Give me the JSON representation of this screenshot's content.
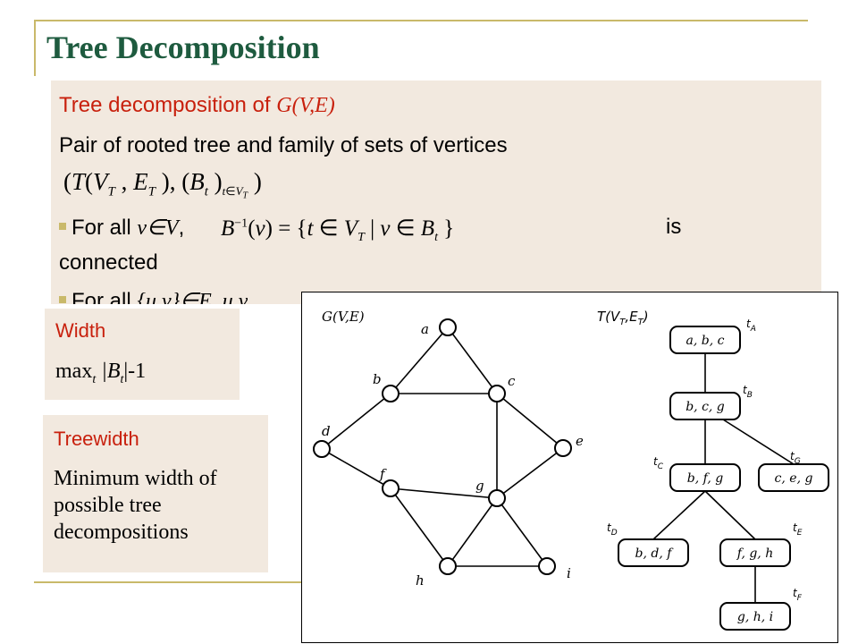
{
  "title": "Tree Decomposition",
  "main": {
    "heading_prefix": "Tree decomposition of",
    "heading_graph": "G(V,E)",
    "description": "Pair of rooted tree and family of sets of vertices",
    "formula_pair": "(T(V_T, E_T), (B_t)_{t∈V_T})",
    "bullet1_prefix": "For all",
    "bullet1_var": "v∈V",
    "bullet1_comma": ",",
    "bullet1_formula": "B⁻¹(v) = {t ∈ V_T | v ∈ B_t}",
    "bullet1_is": "is",
    "bullet1_suffix": "connected",
    "bullet2_prefix": "For all",
    "bullet2_var": "{u,v}∈E",
    "bullet2_rest": ", u,v"
  },
  "width_box": {
    "label": "Width",
    "value_prefix": "max",
    "value_sub": "t",
    "value_body": " |B",
    "value_sub2": "t",
    "value_suffix": "|-1"
  },
  "treewidth_box": {
    "label": "Treewidth",
    "text": "Minimum width of possible tree decompositions"
  },
  "figure": {
    "graph_label": "G(V,E)",
    "tree_label": "T(V_T,E_T)",
    "vertices": [
      {
        "id": "a",
        "label": "a"
      },
      {
        "id": "b",
        "label": "b"
      },
      {
        "id": "c",
        "label": "c"
      },
      {
        "id": "d",
        "label": "d"
      },
      {
        "id": "e",
        "label": "e"
      },
      {
        "id": "f",
        "label": "f"
      },
      {
        "id": "g",
        "label": "g"
      },
      {
        "id": "h",
        "label": "h"
      },
      {
        "id": "i",
        "label": "i"
      }
    ],
    "edges": [
      [
        "a",
        "b"
      ],
      [
        "a",
        "c"
      ],
      [
        "b",
        "c"
      ],
      [
        "b",
        "d"
      ],
      [
        "d",
        "f"
      ],
      [
        "f",
        "h"
      ],
      [
        "h",
        "i"
      ],
      [
        "i",
        "g"
      ],
      [
        "g",
        "c"
      ],
      [
        "c",
        "e"
      ],
      [
        "e",
        "g"
      ],
      [
        "f",
        "g"
      ],
      [
        "g",
        "h"
      ]
    ],
    "tree_nodes": [
      {
        "id": "tA",
        "label": "a, b, c",
        "tag": "t",
        "tag_sub": "A"
      },
      {
        "id": "tB",
        "label": "b, c, g",
        "tag": "t",
        "tag_sub": "B"
      },
      {
        "id": "tC",
        "label": "b, f, g",
        "tag": "t",
        "tag_sub": "C"
      },
      {
        "id": "tG",
        "label": "c, e, g",
        "tag": "t",
        "tag_sub": "G"
      },
      {
        "id": "tD",
        "label": "b, d, f",
        "tag": "t",
        "tag_sub": "D"
      },
      {
        "id": "tE",
        "label": "f, g, h",
        "tag": "t",
        "tag_sub": "E"
      },
      {
        "id": "tF",
        "label": "g, h, i",
        "tag": "t",
        "tag_sub": "F"
      }
    ],
    "tree_edges": [
      [
        "tA",
        "tB"
      ],
      [
        "tB",
        "tC"
      ],
      [
        "tB",
        "tG"
      ],
      [
        "tC",
        "tD"
      ],
      [
        "tC",
        "tE"
      ],
      [
        "tE",
        "tF"
      ]
    ]
  }
}
